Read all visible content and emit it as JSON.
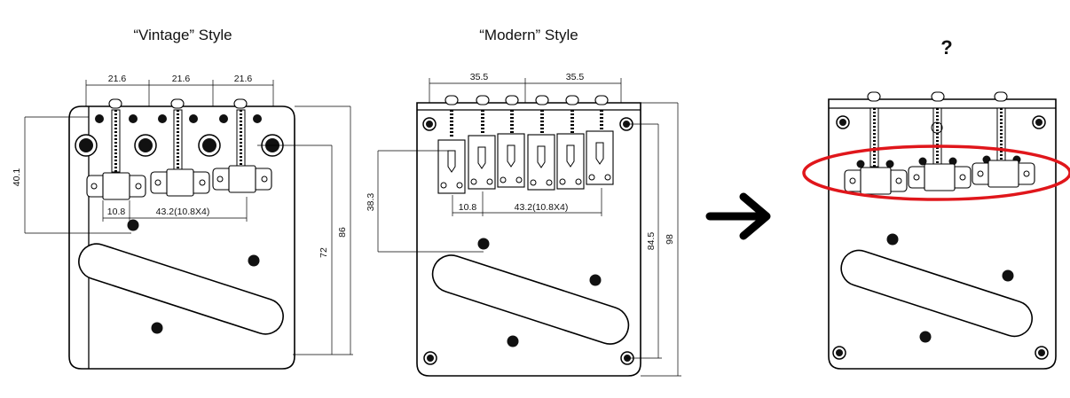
{
  "panels": {
    "vintage": {
      "title": "“Vintage” Style",
      "dims": {
        "top1": "21.6",
        "top2": "21.6",
        "top3": "21.6",
        "left_height": "40.1",
        "saddle_width": "10.8",
        "saddle_span": "43.2(10.8X4)",
        "inner_height": "72",
        "outer_height": "86"
      }
    },
    "modern": {
      "title": "“Modern” Style",
      "dims": {
        "top1": "35.5",
        "top2": "35.5",
        "left_height": "38.3",
        "saddle_width": "10.8",
        "saddle_span": "43.2(10.8X4)",
        "inner_height": "84.5",
        "outer_height": "98"
      }
    },
    "unknown": {
      "title": "?"
    }
  },
  "colors": {
    "line": "#000000",
    "highlight": "#e0161b",
    "background": "#ffffff"
  },
  "icons": {
    "transition": "arrow-right-icon"
  }
}
